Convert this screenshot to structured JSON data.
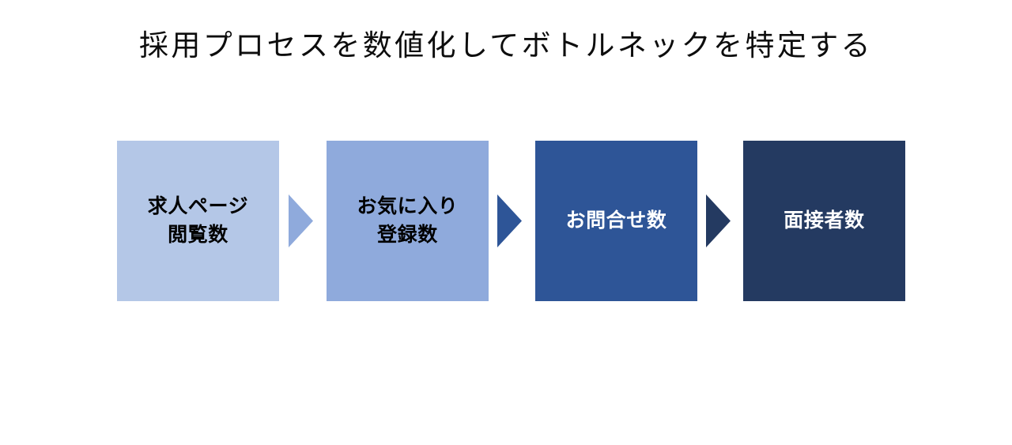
{
  "slide": {
    "title": "採用プロセスを数値化してボトルネックを特定する",
    "background_color": "#FFFFFF",
    "title_color": "#0D0D0D"
  },
  "funnel": {
    "stages": [
      {
        "label": "求人ページ\n閲覧数",
        "fill": "#B4C7E7",
        "text_color": "#000000"
      },
      {
        "label": "お気に入り\n登録数",
        "fill": "#8FAADC",
        "text_color": "#000000"
      },
      {
        "label": "お問合せ数",
        "fill": "#2E5597",
        "text_color": "#FFFFFF"
      },
      {
        "label": "面接者数",
        "fill": "#243A61",
        "text_color": "#FFFFFF"
      }
    ],
    "arrows": [
      {
        "name": "arrow-right-icon",
        "fill": "#8FAADC"
      },
      {
        "name": "arrow-right-icon",
        "fill": "#2E5597"
      },
      {
        "name": "arrow-right-icon",
        "fill": "#243A61"
      }
    ]
  },
  "chart_data": {
    "type": "diagram",
    "diagram_kind": "funnel-flow",
    "title": "採用プロセスを数値化してボトルネックを特定する",
    "direction": "left-to-right",
    "steps": [
      "求人ページ閲覧数",
      "お気に入り登録数",
      "お問合せ数",
      "面接者数"
    ],
    "step_colors": [
      "#B4C7E7",
      "#8FAADC",
      "#2E5597",
      "#243A61"
    ],
    "connector": "solid-right-triangle",
    "values": [],
    "legend": [],
    "grid": false
  }
}
